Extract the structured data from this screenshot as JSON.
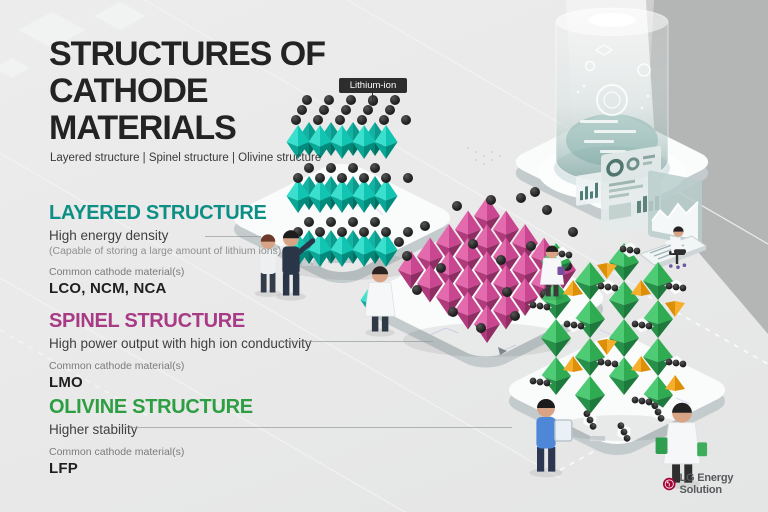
{
  "header": {
    "title_line1": "STRUCTURES OF",
    "title_line2": "CATHODE",
    "title_line3": "MATERIALS",
    "subtitle": "Layered structure  |  Spinel structure  |  Olivine structure"
  },
  "callout": {
    "label": "Lithium-ion"
  },
  "sections": [
    {
      "name": "LAYERED STRUCTURE",
      "accent": "#0E8F86",
      "description": "High energy density",
      "note": "(Capable of storing a large amount of lithium ions)",
      "materials_label": "Common cathode material(s)",
      "materials": "LCO, NCM, NCA"
    },
    {
      "name": "SPINEL STRUCTURE",
      "accent": "#A83A86",
      "description": "High power output with high ion conductivity",
      "materials_label": "Common cathode material(s)",
      "materials": "LMO"
    },
    {
      "name": "OLIVINE STRUCTURE",
      "accent": "#2E9E43",
      "description": "Higher stability",
      "materials_label": "Common cathode material(s)",
      "materials": "LFP"
    }
  ],
  "footer": {
    "logo_text": "LG Energy Solution"
  },
  "palette": {
    "background": "#E9E9E9",
    "side_band": "#B4B5B5",
    "layered_crystal": "#12C4B2",
    "spinel_crystal": "#C94690",
    "olivine_crystal": "#2FAB52",
    "olivine_tetrahedra": "#F0A224",
    "lithium_ion_sphere": "#2B2B2B",
    "logo_red": "#A50034"
  }
}
